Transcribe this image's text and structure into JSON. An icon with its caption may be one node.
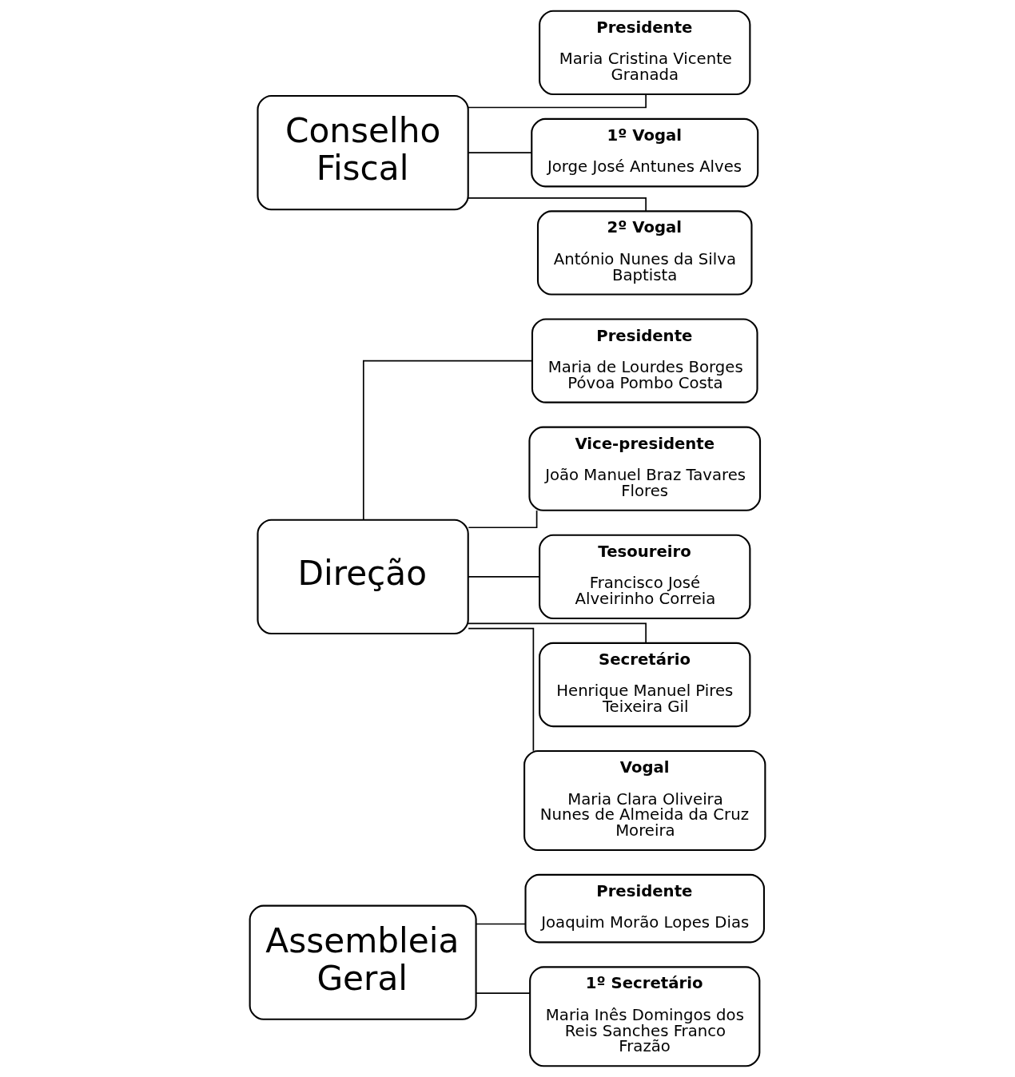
{
  "diagram": {
    "nodes": [
      {
        "text": [
          "Assembleia Geral"
        ]
      },
      {
        "text": [
          "Presidente",
          "Joaquim Morão Lopes Dias"
        ]
      },
      {
        "text": [
          "1º Secretário",
          "Maria Inês Domingos dos Reis Sanches Franco Frazão"
        ]
      },
      {
        "text": [
          "Direção"
        ]
      },
      {
        "text": [
          "Presidente",
          "Maria de Lourdes Borges Póvoa Pombo Costa"
        ]
      },
      {
        "text": [
          "Vice-presidente",
          "João Manuel Braz Tavares Flores"
        ]
      },
      {
        "text": [
          "Tesoureiro",
          "Francisco José Alveirinho Correia"
        ]
      },
      {
        "text": [
          "Secretário",
          "Henrique Manuel Pires Teixeira Gil"
        ]
      },
      {
        "text": [
          "Vogal",
          "Maria Clara Oliveira Nunes de Almeida da Cruz Moreira"
        ]
      },
      {
        "text": [
          "Conselho Fiscal"
        ]
      },
      {
        "text": [
          "Presidente",
          "Maria Cristina Vicente Granada"
        ]
      },
      {
        "text": [
          "1º Vogal",
          "Jorge José Antunes Alves"
        ]
      },
      {
        "text": [
          "2º Vogal",
          "António Nunes da Silva Baptista"
        ]
      }
    ],
    "edges": [
      {
        "from": 0,
        "to": 1,
        "arrow": "none"
      },
      {
        "from": 0,
        "to": 2,
        "arrow": "none"
      },
      {
        "from": 3,
        "to": 4,
        "arrow": "none"
      },
      {
        "from": 3,
        "to": 5,
        "arrow": "none"
      },
      {
        "from": 3,
        "to": 6,
        "arrow": "none"
      },
      {
        "from": 3,
        "to": 7,
        "arrow": "none"
      },
      {
        "from": 3,
        "to": 8,
        "arrow": "none"
      },
      {
        "from": 9,
        "to": 10,
        "arrow": "none"
      },
      {
        "from": 9,
        "to": 11,
        "arrow": "none"
      },
      {
        "from": 9,
        "to": 12,
        "arrow": "none"
      }
    ]
  }
}
